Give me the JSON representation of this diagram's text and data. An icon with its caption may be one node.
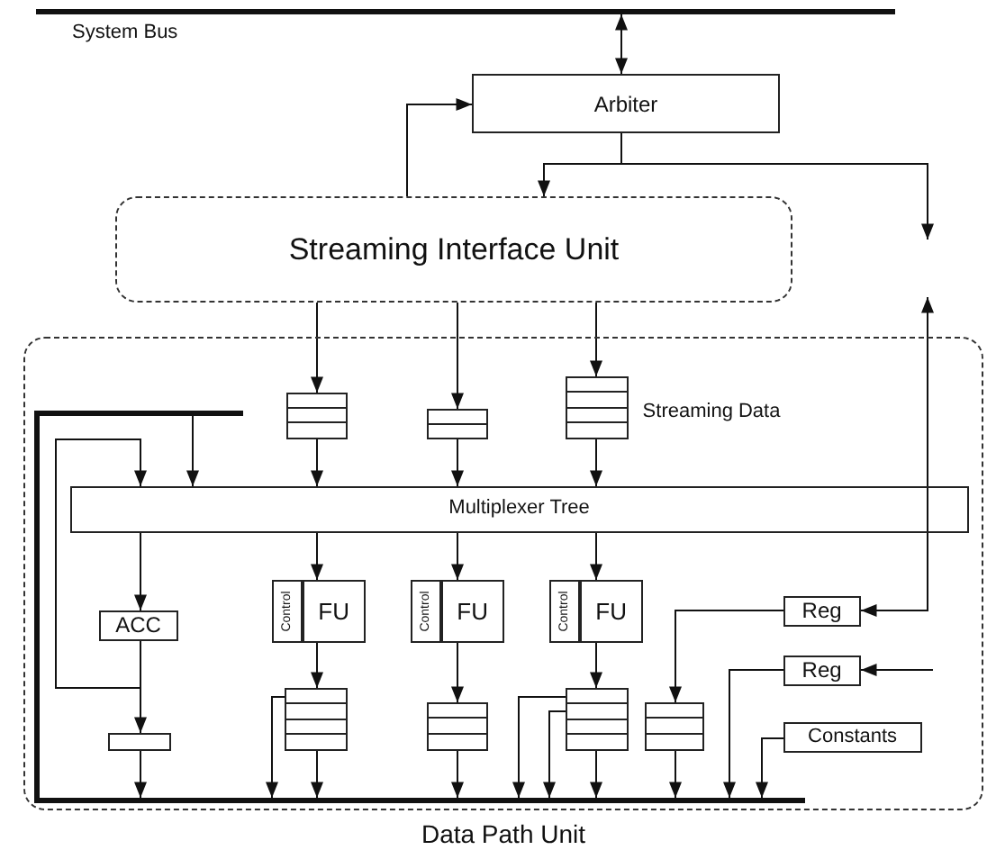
{
  "diagram": {
    "nodes": [
      {
        "text": [],
        "shape": "bar",
        "beside": [
          "System Bus"
        ]
      },
      {
        "text": [
          "Arbiter"
        ]
      },
      {
        "text": [
          "Streaming Interface Unit"
        ]
      },
      {
        "text": [
          "Data Path Unit"
        ]
      },
      {
        "text": [],
        "shape": "box",
        "in": 3
      },
      {
        "text": [],
        "shape": "box",
        "in": 3
      },
      {
        "text": [],
        "shape": "box",
        "in": 3,
        "beside": [
          "Streaming Data"
        ]
      },
      {
        "text": [],
        "shape": "bar",
        "in": 3
      },
      {
        "text": [
          "Multiplexer Tree"
        ],
        "in": 3
      },
      {
        "text": [
          "ACC"
        ],
        "in": 3
      },
      {
        "text": [
          "Control"
        ],
        "in": 3
      },
      {
        "text": [
          "FU"
        ],
        "in": 3
      },
      {
        "text": [
          "Control"
        ],
        "in": 3
      },
      {
        "text": [
          "FU"
        ],
        "in": 3
      },
      {
        "text": [
          "Control"
        ],
        "in": 3
      },
      {
        "text": [
          "FU"
        ],
        "in": 3
      },
      {
        "text": [
          "Reg"
        ],
        "in": 3
      },
      {
        "text": [
          "Reg"
        ],
        "in": 3
      },
      {
        "text": [],
        "shape": "box",
        "in": 3
      },
      {
        "text": [],
        "shape": "box",
        "in": 3
      },
      {
        "text": [],
        "shape": "box",
        "in": 3
      },
      {
        "text": [],
        "shape": "box",
        "in": 3
      },
      {
        "text": [],
        "shape": "box",
        "in": 3
      },
      {
        "text": [
          "Constants"
        ],
        "in": 3
      },
      {
        "text": [],
        "shape": "bar",
        "in": 3
      }
    ],
    "edges": [
      {
        "from": 0,
        "to": 1,
        "arrow": "both"
      },
      {
        "from": 2,
        "to": 1,
        "arrow": "to"
      },
      {
        "from": 1,
        "to": 2,
        "arrow": "to"
      },
      {
        "from": 1,
        "to": null,
        "arrow": "to"
      },
      {
        "from": null,
        "to": 16,
        "arrow": "both"
      },
      {
        "from": null,
        "to": 17,
        "arrow": "to"
      },
      {
        "from": 2,
        "to": 4,
        "arrow": "to"
      },
      {
        "from": 2,
        "to": 5,
        "arrow": "to"
      },
      {
        "from": 2,
        "to": 6,
        "arrow": "to"
      },
      {
        "from": 4,
        "to": 8,
        "arrow": "to"
      },
      {
        "from": 5,
        "to": 8,
        "arrow": "to"
      },
      {
        "from": 6,
        "to": 8,
        "arrow": "to"
      },
      {
        "from": 24,
        "to": 8,
        "arrow": "to"
      },
      {
        "from": 9,
        "to": 8,
        "arrow": "to"
      },
      {
        "from": 8,
        "to": 9,
        "arrow": "to"
      },
      {
        "from": 8,
        "to": 11,
        "arrow": "to"
      },
      {
        "from": 8,
        "to": 13,
        "arrow": "to"
      },
      {
        "from": 8,
        "to": 15,
        "arrow": "to"
      },
      {
        "from": 9,
        "to": 18,
        "arrow": "to"
      },
      {
        "from": 11,
        "to": 19,
        "arrow": "to"
      },
      {
        "from": 13,
        "to": 20,
        "arrow": "to"
      },
      {
        "from": 15,
        "to": 21,
        "arrow": "to"
      },
      {
        "from": 16,
        "to": 22,
        "arrow": "to"
      },
      {
        "from": 18,
        "to": 7,
        "arrow": "to"
      },
      {
        "from": 19,
        "to": 7,
        "arrow": "to"
      },
      {
        "from": 19,
        "to": 7,
        "arrow": "to"
      },
      {
        "from": 20,
        "to": 7,
        "arrow": "to"
      },
      {
        "from": 21,
        "to": 7,
        "arrow": "to"
      },
      {
        "from": 21,
        "to": 7,
        "arrow": "to"
      },
      {
        "from": 21,
        "to": 7,
        "arrow": "to"
      },
      {
        "from": 22,
        "to": 7,
        "arrow": "to"
      },
      {
        "from": 17,
        "to": 7,
        "arrow": "to"
      },
      {
        "from": 23,
        "to": 7,
        "arrow": "to"
      },
      {
        "from": 24,
        "to": 7,
        "arrow": "none",
        "style": "thick"
      }
    ]
  }
}
